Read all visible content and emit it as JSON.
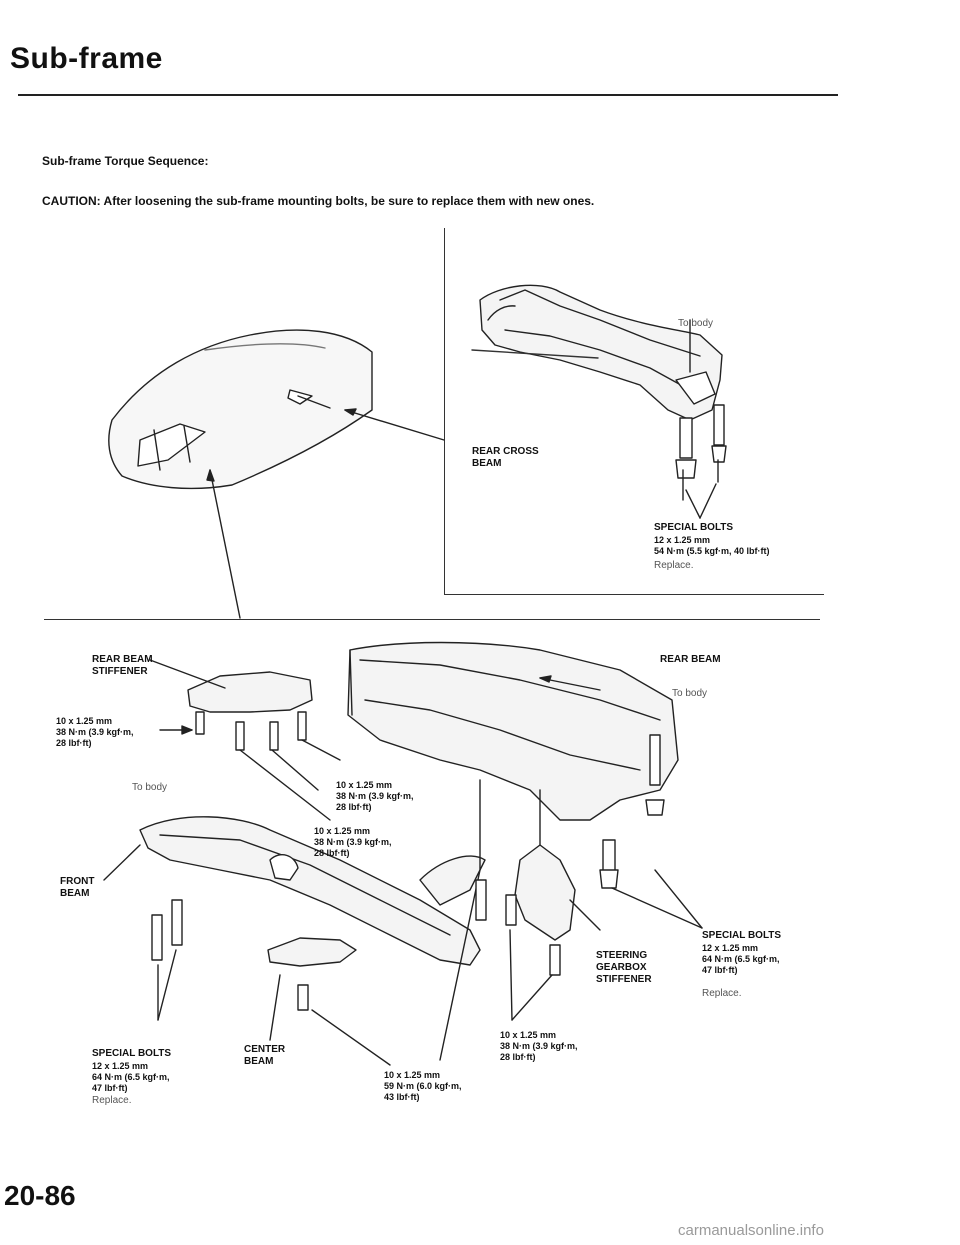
{
  "page": {
    "title": "Sub-frame",
    "subtitle": "Sub-frame Torque Sequence:",
    "caution": "CAUTION: After loosening the sub-frame mounting bolts, be sure to replace them with new ones.",
    "page_number": "20-86",
    "footer": "carmanualsonline.info"
  },
  "upper_diagram": {
    "to_body": "To body",
    "rear_cross_beam": "REAR CROSS\nBEAM",
    "special_bolts_title": "SPECIAL BOLTS",
    "special_bolts_spec": "12 x 1.25 mm\n54 N·m (5.5 kgf·m, 40 lbf·ft)",
    "special_bolts_note": "Replace."
  },
  "lower_diagram": {
    "rear_beam_stiffener": "REAR BEAM\nSTIFFENER",
    "rear_beam": "REAR BEAM",
    "to_body_right": "To body",
    "to_body_left": "To body",
    "bolt_spec_left": "10 x 1.25 mm\n38 N·m (3.9 kgf·m,\n28 lbf·ft)",
    "bolt_spec_mid_a": "10 x 1.25 mm\n38 N·m (3.9 kgf·m,\n28 lbf·ft)",
    "bolt_spec_mid_b": "10 x 1.25 mm\n38 N·m (3.9 kgf·m,\n28 lbf·ft)",
    "front_beam": "FRONT\nBEAM",
    "steering_gearbox_stiffener": "STEERING\nGEARBOX\nSTIFFENER",
    "special_bolts_right_title": "SPECIAL BOLTS",
    "special_bolts_right_spec": "12 x 1.25 mm\n64 N·m (6.5 kgf·m,\n47 lbf·ft)",
    "special_bolts_right_note": "Replace.",
    "special_bolts_left_title": "SPECIAL BOLTS",
    "special_bolts_left_spec": "12 x 1.25 mm\n64 N·m (6.5 kgf·m,\n47 lbf·ft)",
    "special_bolts_left_note": "Replace.",
    "center_beam": "CENTER\nBEAM",
    "bolt_spec_bottom_center": "10 x 1.25 mm\n59 N·m (6.0 kgf·m,\n43 lbf·ft)",
    "bolt_spec_bottom_right": "10 x 1.25 mm\n38 N·m (3.9 kgf·m,\n28 lbf·ft)"
  }
}
